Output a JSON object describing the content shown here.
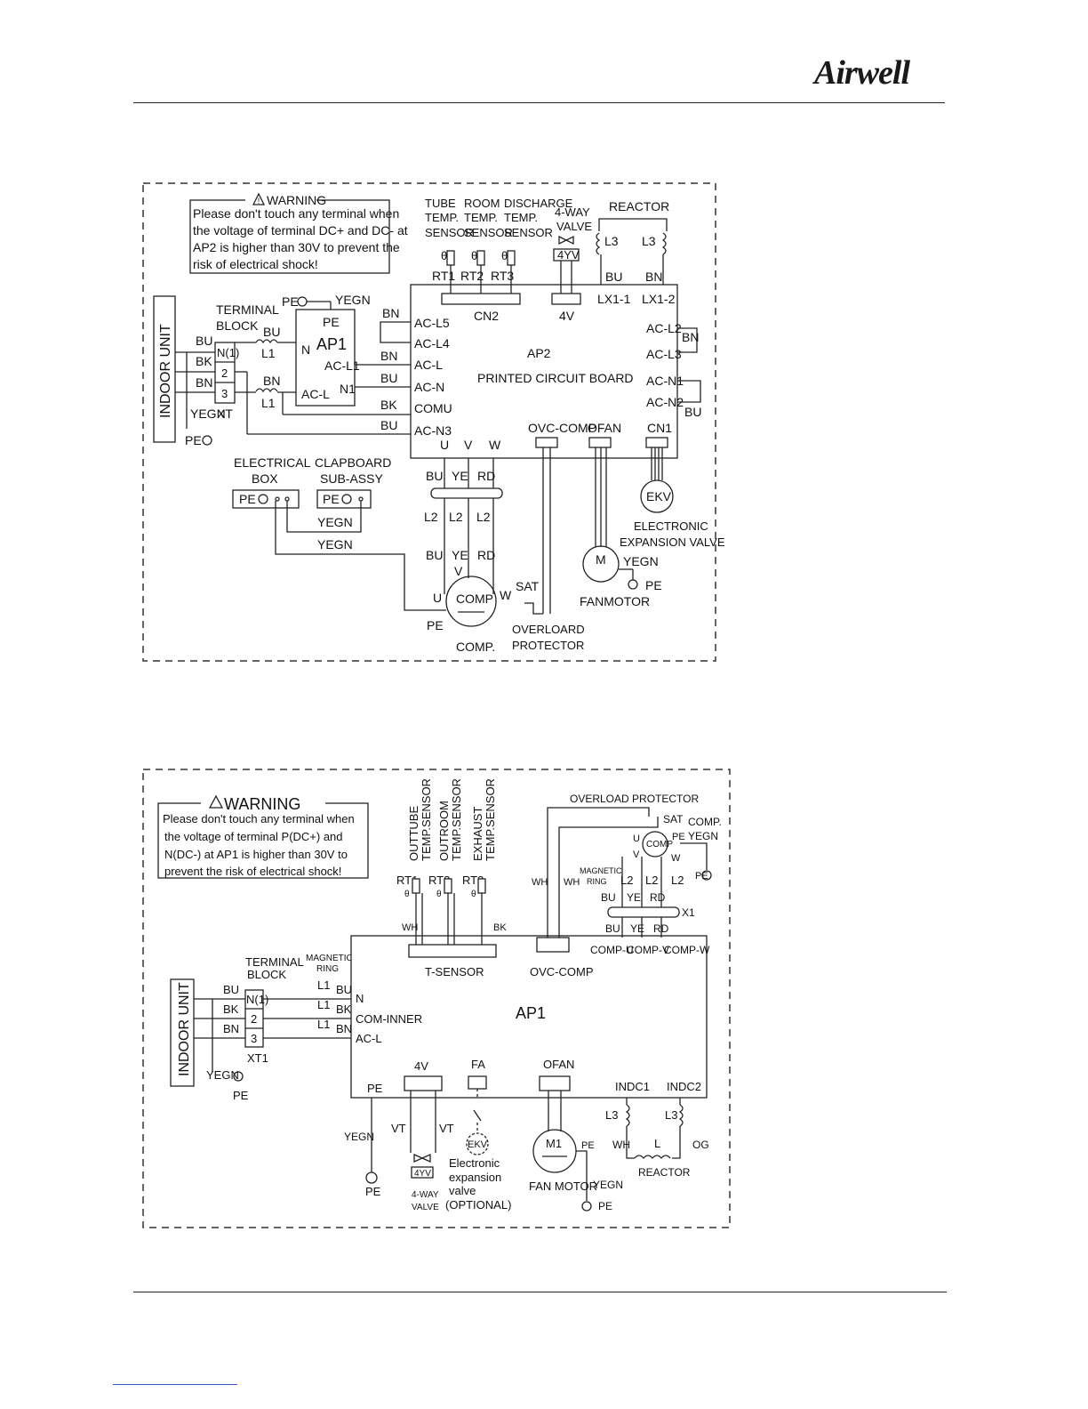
{
  "header": {
    "brand": "Airwell"
  },
  "d1": {
    "warning": {
      "title": "WARNING",
      "lines": [
        "Please don't touch any terminal when",
        "the voltage of terminal DC+ and DC- at",
        "AP2 is higher than 30V to prevent the",
        "risk of electrical shock!"
      ]
    },
    "indoor_unit": "INDOOR UNIT",
    "terminal_block": [
      "TERMINAL",
      "BLOCK"
    ],
    "terms": [
      "N(1)",
      "2",
      "3"
    ],
    "xt": "XT",
    "wires_left": [
      "BU",
      "BK",
      "BN",
      "YEGN"
    ],
    "pe": "PE",
    "ap1": {
      "name": "AP1",
      "pe": "PE",
      "yegn": "YEGN",
      "n": "N",
      "acl1": "AC-L1",
      "acl": "AC-L",
      "n1": "N1"
    },
    "coils": {
      "l1a": "L1",
      "l1b": "L1",
      "bu": "BU",
      "bn": "BN"
    },
    "ap2": {
      "name": "AP2",
      "desc": "PRINTED CIRCUIT BOARD"
    },
    "ap2_left": [
      "AC-L5",
      "AC-L4",
      "AC-L",
      "AC-N",
      "COMU",
      "AC-N3"
    ],
    "ap2_left_wires": [
      "BN",
      "BN",
      "BU",
      "BK",
      "BU"
    ],
    "ap2_right": [
      "AC-L2",
      "AC-L3",
      "AC-N1",
      "AC-N2"
    ],
    "ap2_right_wires": [
      "BN",
      "BU"
    ],
    "sensors": [
      {
        "lines": [
          "TUBE",
          "TEMP.",
          "SENSOR"
        ],
        "rt": "RT1"
      },
      {
        "lines": [
          "ROOM",
          "TEMP.",
          "SENSOR"
        ],
        "rt": "RT2"
      },
      {
        "lines": [
          "DISCHARGE",
          "TEMP.",
          "SENSOR"
        ],
        "rt": "RT3"
      }
    ],
    "theta": "θ",
    "cn2": "CN2",
    "valve": {
      "lines": [
        "4-WAY",
        "VALVE"
      ],
      "code": "4YV",
      "conn": "4V"
    },
    "reactor": {
      "title": "REACTOR",
      "l3a": "L3",
      "l3b": "L3",
      "bu": "BU",
      "bn": "BN",
      "lx1": "LX1-1",
      "lx2": "LX1-2"
    },
    "uvw": [
      "U",
      "V",
      "W"
    ],
    "bottom_conns": [
      "OVC-COMP",
      "OFAN",
      "CN1"
    ],
    "comp_wires_top": [
      "BU",
      "YE",
      "RD"
    ],
    "comp_coils": [
      "L2",
      "L2",
      "L2"
    ],
    "comp_wires_bot": [
      "BU",
      "YE",
      "RD"
    ],
    "comp": {
      "name": "COMP",
      "v": "V",
      "u": "U",
      "w": "W",
      "pe": "PE",
      "label": "COMP."
    },
    "sat": "SAT",
    "overload": [
      "OVERLOARD",
      "PROTECTOR"
    ],
    "fan": {
      "m": "M",
      "yegn": "YEGN",
      "pe": "PE",
      "label": "FANMOTOR"
    },
    "ekv": {
      "name": "EKV",
      "lines": [
        "ELECTRONIC",
        "EXPANSION VALVE"
      ]
    },
    "elec_box": {
      "lines": [
        "ELECTRICAL",
        "BOX"
      ],
      "pe": "PE"
    },
    "clapboard": {
      "lines": [
        "CLAPBOARD",
        "SUB-ASSY"
      ],
      "pe": "PE"
    },
    "yegn": [
      "YEGN",
      "YEGN"
    ]
  },
  "d2": {
    "warning": {
      "title": "WARNING",
      "lines": [
        "Please don't touch any terminal when",
        "the voltage of terminal P(DC+) and",
        "N(DC-) at AP1 is higher than 30V to",
        "prevent the risk of electrical shock!"
      ]
    },
    "indoor_unit": "INDOOR UNIT",
    "terminal_block": [
      "TERMINAL",
      "BLOCK"
    ],
    "magnetic_ring": [
      "MAGNETIC",
      "RING"
    ],
    "terms": [
      "N(1)",
      "2",
      "3"
    ],
    "xt1": "XT1",
    "wires_left": [
      "BU",
      "BK",
      "BN"
    ],
    "coils": [
      "L1",
      "L1",
      "L1"
    ],
    "wires_right": [
      "BU",
      "BK",
      "BN"
    ],
    "yegn": "YEGN",
    "pe": "PE",
    "ap1": {
      "name": "AP1",
      "n": "N",
      "com": "COM-INNER",
      "acl": "AC-L",
      "pe": "PE"
    },
    "sensors": [
      {
        "lines": [
          "OUTTUBE",
          "TEMP.SENSOR"
        ],
        "rt": "RT1"
      },
      {
        "lines": [
          "OUTROOM",
          "TEMP.SENSOR"
        ],
        "rt": "RT2"
      },
      {
        "lines": [
          "EXHAUST",
          "TEMP.SENSOR"
        ],
        "rt": "RT3"
      }
    ],
    "theta": "θ",
    "sensor_wires": [
      "WH",
      "BK"
    ],
    "tsensor": "T-SENSOR",
    "overload": {
      "title": "OVERLOAD PROTECTOR",
      "sat": "SAT",
      "wh1": "WH",
      "wh2": "WH",
      "conn": "OVC-COMP"
    },
    "comp": {
      "name": "COMP",
      "pe": "PE",
      "label": "COMP.",
      "yegn": "YEGN",
      "u": "U",
      "v": "V",
      "w": "W"
    },
    "comp_mag": [
      "MAGNETIC",
      "RING"
    ],
    "comp_coils": [
      "L2",
      "L2",
      "L2"
    ],
    "comp_wires": [
      "BU",
      "YE",
      "RD"
    ],
    "x1": "X1",
    "comp_wires2": [
      "BU",
      "YE",
      "RD"
    ],
    "comp_conns": [
      "COMP-U",
      "COMP-V",
      "COMP-W"
    ],
    "pe_right": "PE",
    "bottom": {
      "v4": "4V",
      "fa": "FA",
      "ofan": "OFAN",
      "indc1": "INDC1",
      "indc2": "INDC2",
      "vt1": "VT",
      "vt2": "VT",
      "yegn": "YEGN",
      "pe": "PE",
      "valve_code": "4YV",
      "valve_lines": [
        "4-WAY",
        "VALVE"
      ],
      "ekv": "EKV",
      "ekv_lines": [
        "Electronic",
        "expansion",
        "valve",
        "(OPTIONAL)"
      ],
      "m1": "M1",
      "fan_pe": "PE",
      "fan_label": "FAN MOTOR",
      "fan_yegn": "YEGN",
      "fan_pe2": "PE",
      "l3a": "L3",
      "l3b": "L3",
      "wh": "WH",
      "og": "OG",
      "l": "L",
      "reactor": "REACTOR"
    }
  }
}
